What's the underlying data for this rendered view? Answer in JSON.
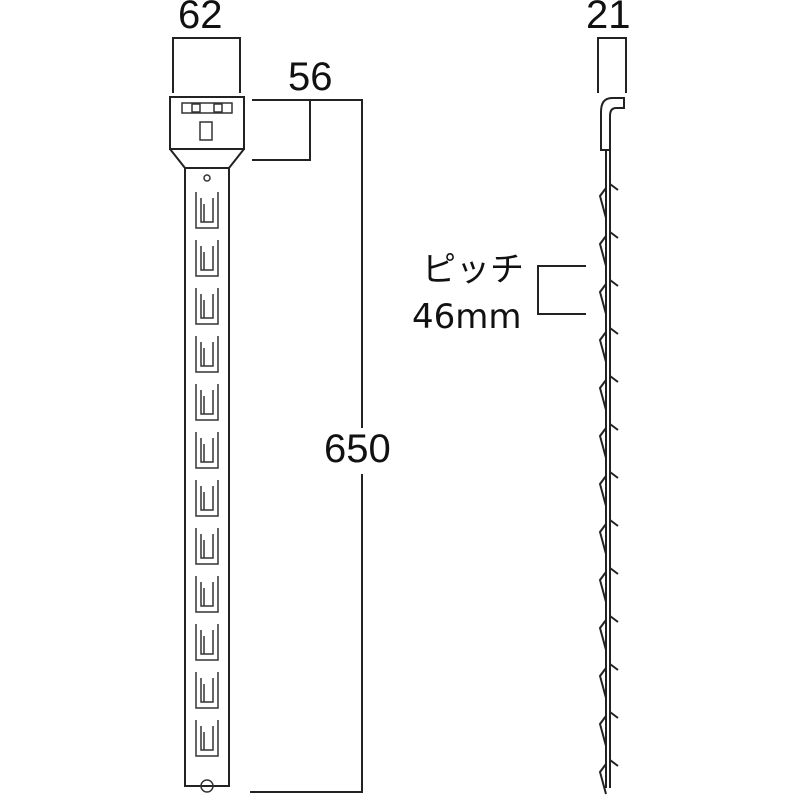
{
  "dimensions": {
    "front_width": "62",
    "head_width": "56",
    "total_length": "650",
    "side_depth": "21"
  },
  "pitch_note": {
    "label": "ピッチ",
    "value": "46mm"
  },
  "colors": {
    "line": "#222222",
    "background": "#ffffff"
  }
}
